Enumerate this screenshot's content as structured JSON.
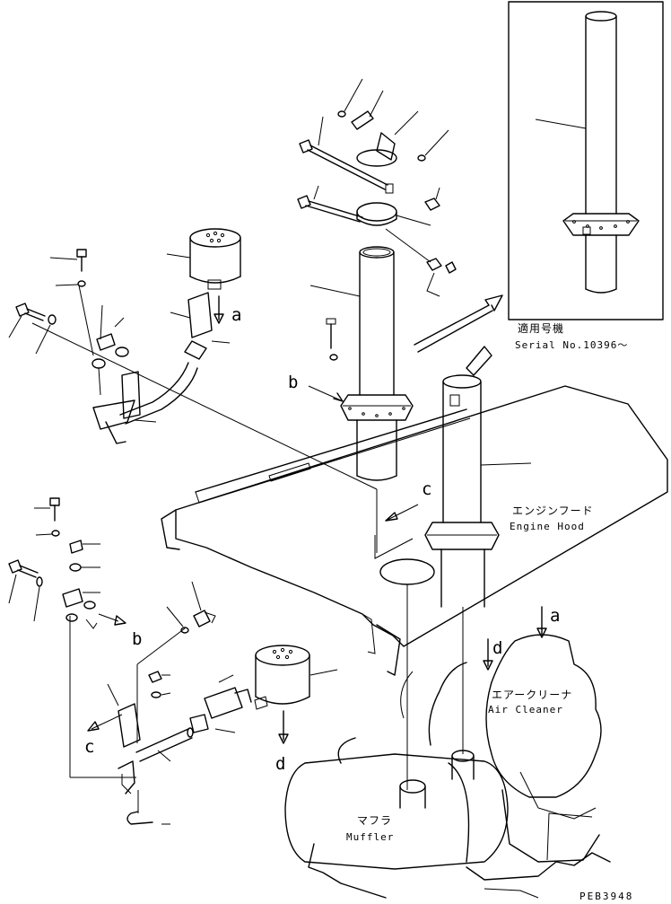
{
  "inset": {
    "serial_jp": "適用号機",
    "serial_en": "Serial No.10396～"
  },
  "labels": {
    "engine_hood_jp": "エンジンフード",
    "engine_hood_en": "Engine Hood",
    "air_cleaner_jp": "エアークリーナ",
    "air_cleaner_en": "Air Cleaner",
    "muffler_jp": "マフラ",
    "muffler_en": "Muffler"
  },
  "callouts": {
    "a_top": "a",
    "a_right": "a",
    "b_upper": "b",
    "b_lower": "b",
    "c_upper": "c",
    "c_lower": "c",
    "d_lower": "d",
    "d_right": "d"
  },
  "drawing_code": "PEB3948"
}
